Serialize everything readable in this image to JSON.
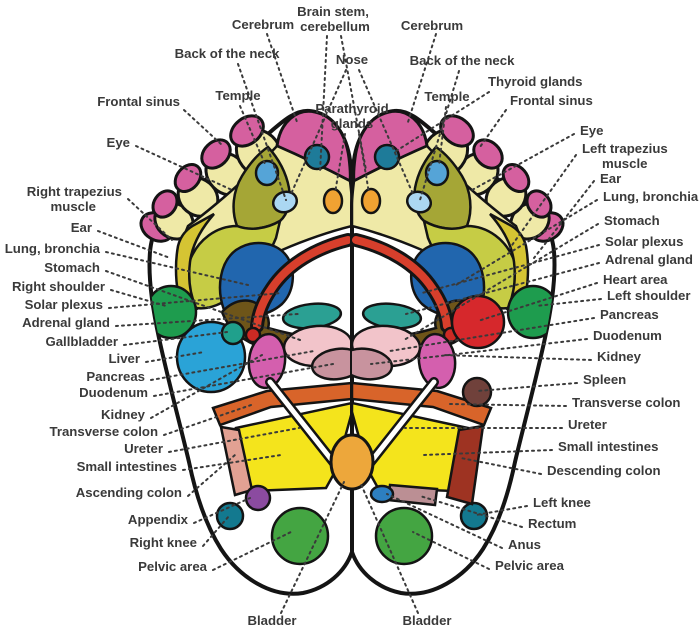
{
  "title": "Foot reflexology zones diagram",
  "labels": {
    "top": {
      "cerebrum_left": "Cerebrum",
      "brain_stem_line1": "Brain stem,",
      "brain_stem_line2": "cerebellum",
      "cerebrum_right": "Cerebrum",
      "back_of_neck_left": "Back of the neck",
      "back_of_neck_right": "Back of the neck",
      "nose": "Nose",
      "thyroid_glands": "Thyroid glands",
      "temple_left": "Temple",
      "temple_right": "Temple",
      "frontal_sinus_left": "Frontal sinus",
      "frontal_sinus_right": "Frontal sinus",
      "parathyroid_line1": "Parathyroid",
      "parathyroid_line2": "glands"
    },
    "left_column": {
      "eye": "Eye",
      "trapezius_line1": "Right trapezius",
      "trapezius_line2": "muscle",
      "ear": "Ear",
      "lung_bronchia": "Lung, bronchia",
      "stomach": "Stomach",
      "right_shoulder": "Right shoulder",
      "solar_plexus": "Solar plexus",
      "adrenal_gland": "Adrenal gland",
      "gallbladder": "Gallbladder",
      "liver": "Liver",
      "pancreas": "Pancreas",
      "duodenum": "Duodenum",
      "kidney": "Kidney",
      "transverse_colon": "Transverse colon",
      "ureter": "Ureter",
      "small_intestines": "Small intestines",
      "ascending_colon": "Ascending colon",
      "appendix": "Appendix",
      "right_knee": "Right knee",
      "pelvic_area": "Pelvic area"
    },
    "right_column": {
      "eye": "Eye",
      "trapezius_line1": "Left trapezius",
      "trapezius_line2": "muscle",
      "ear": "Ear",
      "lung_bronchia": "Lung, bronchia",
      "stomach": "Stomach",
      "solar_plexus": "Solar plexus",
      "adrenal_gland": "Adrenal gland",
      "heart_area": "Heart area",
      "left_shoulder": "Left shoulder",
      "pancreas": "Pancreas",
      "duodenum": "Duodenum",
      "kidney": "Kidney",
      "spleen": "Spleen",
      "transverse_colon": "Transverse colon",
      "ureter": "Ureter",
      "small_intestines": "Small intestines",
      "descending_colon": "Descending colon",
      "left_knee": "Left knee",
      "rectum": "Rectum",
      "anus": "Anus",
      "pelvic_area": "Pelvic area"
    },
    "bottom": {
      "bladder_left": "Bladder",
      "bladder_right": "Bladder"
    }
  },
  "zones": {
    "toe_pink": {
      "color": "#d5609f"
    },
    "head_pad": {
      "color": "#efe9a7"
    },
    "temple_area": {
      "color": "#a5a636"
    },
    "trapezius_band": {
      "color": "#c6cc45"
    },
    "shoulder_edge": {
      "color": "#d5c433"
    },
    "thyroid_point": {
      "color": "#1e7b99"
    },
    "temple_point": {
      "color": "#55a4d7"
    },
    "nose_patch": {
      "color": "#abd7f2"
    },
    "parathyroid": {
      "color": "#f0a232"
    },
    "shoulder_green": {
      "color": "#1e9c4e"
    },
    "lung": {
      "color": "#2166ae"
    },
    "solar_plexus": {
      "color": "#d73f2c"
    },
    "upper_abdomen": {
      "color": "#6e5519"
    },
    "adrenal": {
      "color": "#2ba093"
    },
    "stomach": {
      "color": "#f2c4ca"
    },
    "duodenum": {
      "color": "#c8939e"
    },
    "liver": {
      "color": "#2aa3d7"
    },
    "gallbladder": {
      "color": "#20a08c"
    },
    "adrenal_dot": {
      "color": "#cc2a24"
    },
    "kidney": {
      "color": "#d45fae"
    },
    "heart": {
      "color": "#d6282c"
    },
    "spleen": {
      "color": "#70413b"
    },
    "transverse_colon": {
      "color": "#d8642a"
    },
    "small_intestines": {
      "color": "#f4e41c"
    },
    "ascending_colon": {
      "color": "#e2a193"
    },
    "descending_colon": {
      "color": "#9e3322"
    },
    "rectum": {
      "color": "#bb8f94"
    },
    "anus": {
      "color": "#2d7fc0"
    },
    "appendix": {
      "color": "#8b4ba0"
    },
    "knee": {
      "color": "#13798f"
    },
    "pelvic": {
      "color": "#44a542"
    },
    "bladder": {
      "color": "#eda73b"
    }
  }
}
